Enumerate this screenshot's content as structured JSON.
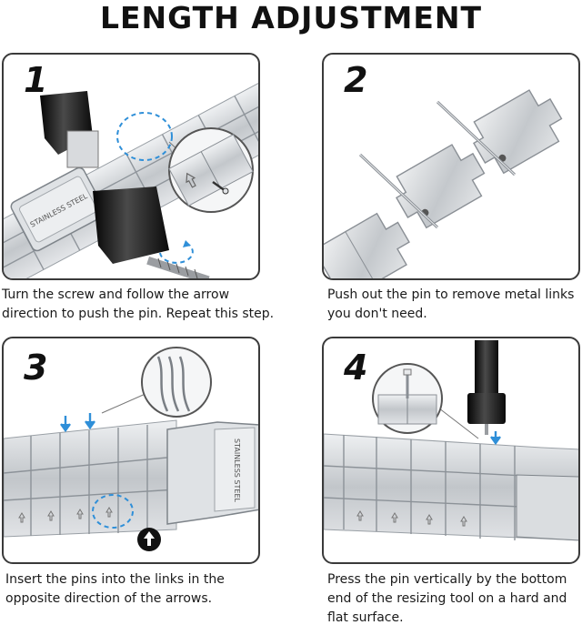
{
  "title": "LENGTH ADJUSTMENT",
  "colors": {
    "frame": "#3a3a3a",
    "steel": "#c9ccd0",
    "steel_dark": "#8a8f95",
    "tool_black": "#151515",
    "accent_blue": "#2f8fd8"
  },
  "steps": [
    {
      "number": "1",
      "caption_lines": [
        "Turn the screw and follow the arrow",
        "direction to push the pin. Repeat this step."
      ],
      "band_text": "STAINLESS STEEL"
    },
    {
      "number": "2",
      "caption_lines": [
        "Push out the pin to remove metal links",
        "you don't need."
      ]
    },
    {
      "number": "3",
      "caption_lines": [
        "Insert the pins into the links in the",
        "opposite direction of the arrows."
      ],
      "band_text": "STAINLESS STEEL"
    },
    {
      "number": "4",
      "caption_lines": [
        "Press the pin vertically by the bottom",
        "end of the resizing tool on a hard and",
        "flat surface."
      ]
    }
  ]
}
